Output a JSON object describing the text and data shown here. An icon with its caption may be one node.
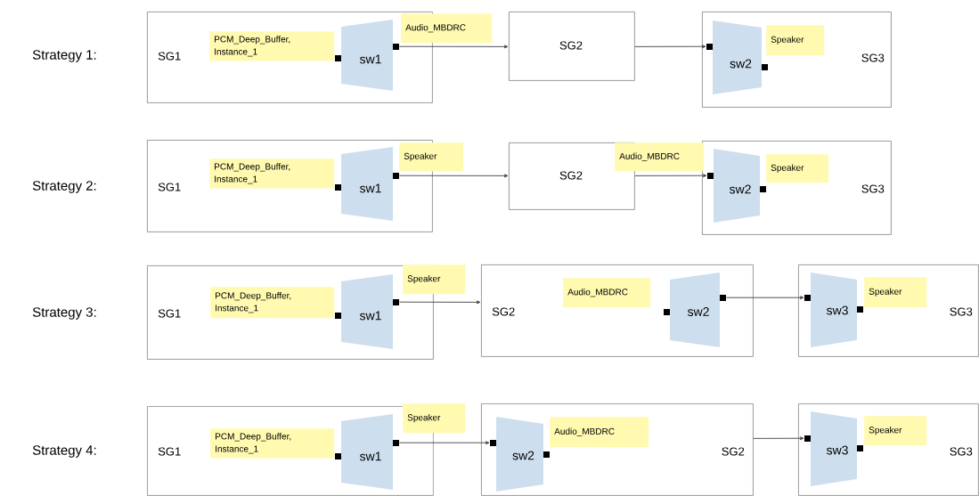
{
  "diagram": {
    "nodes": [
      {
        "text": [
          "SG1"
        ]
      },
      {
        "text": [
          "PCM_Deep_Buffer, Instance_1"
        ],
        "in": 0
      },
      {
        "text": [
          "sw1"
        ],
        "in": 0
      },
      {
        "text": [
          "Audio_MBDRC"
        ]
      },
      {
        "text": [
          "SG2"
        ]
      },
      {
        "text": [
          "SG3"
        ]
      },
      {
        "text": [
          "sw2"
        ],
        "in": 5
      },
      {
        "text": [
          "Speaker"
        ],
        "in": 5
      },
      {
        "text": [
          "SG1"
        ]
      },
      {
        "text": [
          "PCM_Deep_Buffer, Instance_1"
        ],
        "in": 8
      },
      {
        "text": [
          "sw1"
        ],
        "in": 8
      },
      {
        "text": [
          "Speaker"
        ]
      },
      {
        "text": [
          "SG2"
        ]
      },
      {
        "text": [
          "Audio_MBDRC"
        ]
      },
      {
        "text": [
          "SG3"
        ]
      },
      {
        "text": [
          "sw2"
        ],
        "in": 14
      },
      {
        "text": [
          "Speaker"
        ],
        "in": 14
      },
      {
        "text": [
          "SG1"
        ]
      },
      {
        "text": [
          "PCM_Deep_Buffer, Instance_1"
        ],
        "in": 17
      },
      {
        "text": [
          "sw1"
        ],
        "in": 17
      },
      {
        "text": [
          "Speaker"
        ]
      },
      {
        "text": [
          "SG2"
        ]
      },
      {
        "text": [
          "Audio_MBDRC"
        ],
        "in": 21
      },
      {
        "text": [
          "sw2"
        ],
        "in": 21
      },
      {
        "text": [
          "SG3"
        ]
      },
      {
        "text": [
          "sw3"
        ],
        "in": 24
      },
      {
        "text": [
          "Speaker"
        ],
        "in": 24
      },
      {
        "text": [
          "SG1"
        ]
      },
      {
        "text": [
          "PCM_Deep_Buffer, Instance_1"
        ],
        "in": 27
      },
      {
        "text": [
          "sw1"
        ],
        "in": 27
      },
      {
        "text": [
          "Speaker"
        ]
      },
      {
        "text": [
          "SG2"
        ]
      },
      {
        "text": [
          "sw2"
        ],
        "in": 31
      },
      {
        "text": [
          "Audio_MBDRC"
        ],
        "in": 31
      },
      {
        "text": [
          "SG3"
        ]
      },
      {
        "text": [
          "sw3"
        ],
        "in": 34
      },
      {
        "text": [
          "Speaker"
        ],
        "in": 34
      }
    ],
    "edges": [
      {
        "from": 2,
        "to": 4,
        "arrow": "to"
      },
      {
        "from": 4,
        "to": 6,
        "arrow": "to"
      },
      {
        "from": 10,
        "to": 12,
        "arrow": "to"
      },
      {
        "from": 12,
        "to": 15,
        "arrow": "to"
      },
      {
        "from": 19,
        "to": 21,
        "arrow": "to"
      },
      {
        "from": 23,
        "to": 25,
        "arrow": "to"
      },
      {
        "from": 29,
        "to": 32,
        "arrow": "to"
      },
      {
        "from": 31,
        "to": 35,
        "arrow": "to"
      }
    ],
    "labels": [
      "Strategy 1:",
      "Strategy 2:",
      "Strategy 3:",
      "Strategy 4:"
    ]
  }
}
